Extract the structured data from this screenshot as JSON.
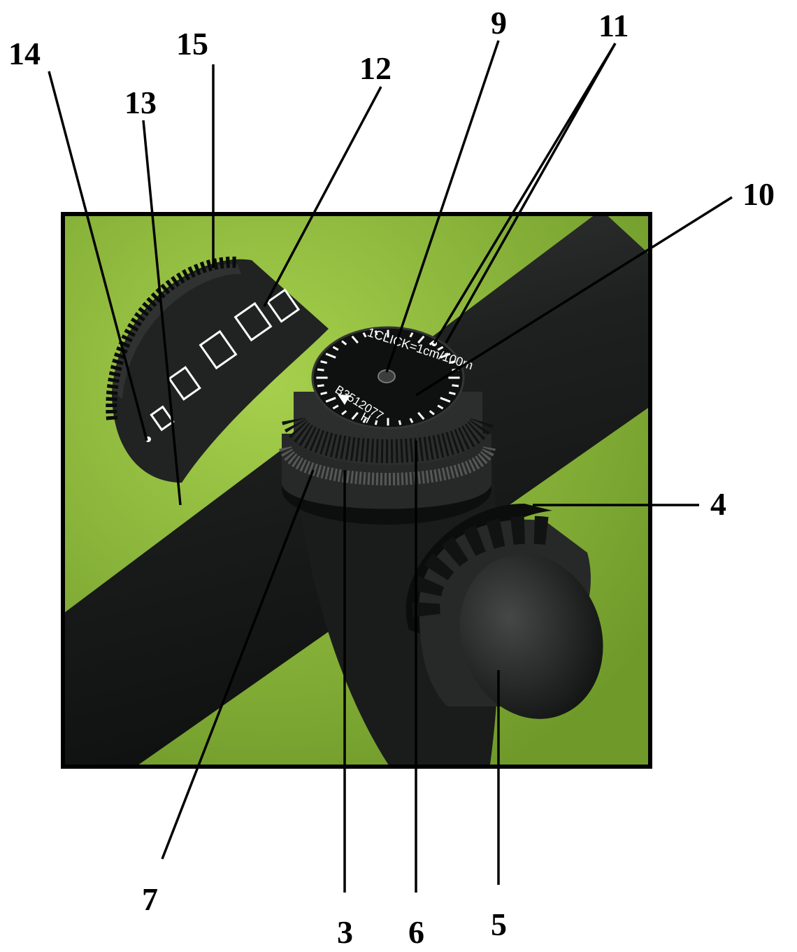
{
  "colors": {
    "background": "#ffffff",
    "photo_backdrop": "#8fbf3a",
    "scope_body": "#1c1f1e",
    "frame": "#000000",
    "leader": "#000000",
    "marking": "#ffffff"
  },
  "dial": {
    "click_text": "1CLICK=1cm/100m",
    "serial_text": "B3512077",
    "h_label": "H"
  },
  "callouts": [
    {
      "id": "c14",
      "label": "14"
    },
    {
      "id": "c15",
      "label": "15"
    },
    {
      "id": "c13",
      "label": "13"
    },
    {
      "id": "c12",
      "label": "12"
    },
    {
      "id": "c9",
      "label": "9"
    },
    {
      "id": "c11",
      "label": "11"
    },
    {
      "id": "c10",
      "label": "10"
    },
    {
      "id": "c4",
      "label": "4"
    },
    {
      "id": "c7",
      "label": "7"
    },
    {
      "id": "c3",
      "label": "3"
    },
    {
      "id": "c6",
      "label": "6"
    },
    {
      "id": "c5",
      "label": "5"
    }
  ]
}
